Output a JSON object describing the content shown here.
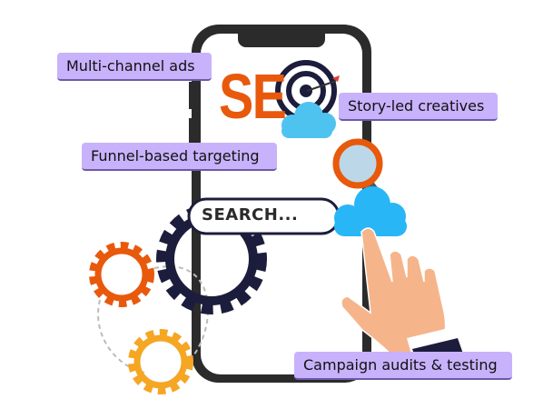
{
  "illustration": {
    "logo_text": "SE",
    "search_placeholder": "SEARCH...",
    "colors": {
      "accent_orange": "#e8590c",
      "navy": "#1c1c3c",
      "cloud_blue": "#4fc3ef",
      "label_purple": "#c8b2fb",
      "gear_yellow": "#f5a623",
      "skin": "#f6b48b"
    }
  },
  "labels": {
    "multi_channel": "Multi-channel ads",
    "story_led": "Story-led creatives",
    "funnel": "Funnel-based targeting",
    "campaign": "Campaign audits & testing"
  }
}
